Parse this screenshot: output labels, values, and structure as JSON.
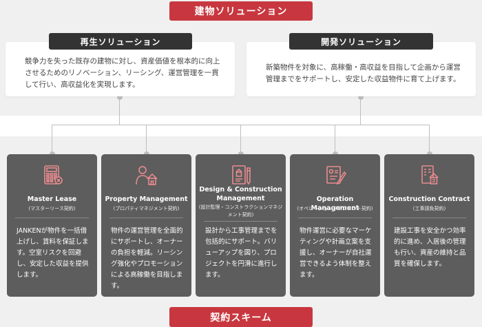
{
  "header": {
    "title": "建物ソリューション"
  },
  "footer": {
    "title": "契約スキーム"
  },
  "solutions": {
    "left": {
      "label": "再生ソリューション",
      "text": "競争力を失った既存の建物に対し、資産価値を根本的に向上させるためのリノベーション、リーシング、運営管理を一貫して行い、高収益化を実現します。"
    },
    "right": {
      "label": "開発ソリューション",
      "text": "新築物件を対象に、高稼働・高収益を目指して企画から運営管理までをサポートし、安定した収益物件に育て上げます。"
    }
  },
  "colors": {
    "accent_red": "#c8373f",
    "icon_pink": "#e98b8f",
    "card_bg": "#5d5d5d",
    "label_bg": "#333333"
  },
  "cards": [
    {
      "icon": "calculator-icon",
      "title": "Master Lease",
      "sub": "(マスターリース契約)",
      "body": "JANKENが物件を一括借上げし、賃料を保証します。空室リスクを回避し、安定した収益を提供します。"
    },
    {
      "icon": "person-house-icon",
      "title": "Property Management",
      "sub": "(プロパティマネジメント契約)",
      "body": "物件の運営管理を全面的にサポートし、オーナーの負担を軽減。リーシング強化やプロモーションによる高稼働を目指します。"
    },
    {
      "icon": "blueprint-pencil-icon",
      "title": "Design & Construction Management",
      "sub": "(設計監理・コンストラクションマネジメント契約)",
      "body": "設計から工事管理までを包括的にサポート。バリューアップを図り、プロジェクトを円滑に進行します。"
    },
    {
      "icon": "document-pen-icon",
      "title": "Operation Management",
      "sub": "(オペレーションマネジメント契約)",
      "body": "物件運営に必要なマーケティングや計画立案を支援し、オーナーが自社運営できるよう体制を整えます。"
    },
    {
      "icon": "building-checklist-icon",
      "title": "Construction Contract",
      "sub": "(工事請負契約)",
      "body": "建設工事を安全かつ効率的に進め、入居後の管理も行い、資産の維持と品質を確保します。"
    }
  ]
}
